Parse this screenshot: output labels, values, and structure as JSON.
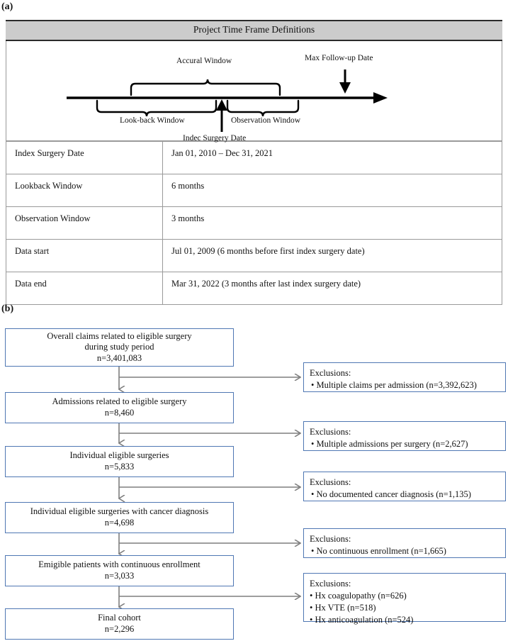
{
  "panels": {
    "a_label": "(a)",
    "b_label": "(b)"
  },
  "timeframe": {
    "title": "Project Time Frame Definitions",
    "diagram": {
      "accrual_label": "Accural Window",
      "lookback_label": "Look-back Window",
      "observation_label": "Observation Window",
      "index_label": "Indec Surgery Date",
      "max_followup_label": "Max Follow-up Date"
    },
    "rows": [
      {
        "label": "Index Surgery Date",
        "value": "Jan 01, 2010 – Dec 31, 2021"
      },
      {
        "label": "Lookback Window",
        "value": "6 months"
      },
      {
        "label": "Observation Window",
        "value": "3 months"
      },
      {
        "label": "Data start",
        "value": "Jul 01, 2009 (6 months before first index surgery date)"
      },
      {
        "label": "Data end",
        "value": "Mar 31, 2022 (3 months after last index surgery date)"
      }
    ]
  },
  "flowchart": {
    "boxes": [
      {
        "line1": "Overall claims related to eligible surgery",
        "line2": "during study period",
        "line3": "n=3,401,083"
      },
      {
        "line1": "Admissions related to eligible surgery",
        "line2": "n=8,460",
        "line3": ""
      },
      {
        "line1": "Individual eligible surgeries",
        "line2": "n=5,833",
        "line3": ""
      },
      {
        "line1": "Individual eligible surgeries with cancer diagnosis",
        "line2": "n=4,698",
        "line3": ""
      },
      {
        "line1": "Emigible patients with continuous enrollment",
        "line2": "n=3,033",
        "line3": ""
      },
      {
        "line1": "Final cohort",
        "line2": "n=2,296",
        "line3": ""
      }
    ],
    "exclusions": [
      {
        "title": "Exclusions:",
        "items": [
          "• Multiple claims per admission (n=3,392,623)"
        ]
      },
      {
        "title": "Exclusions:",
        "items": [
          "• Multiple admissions per surgery (n=2,627)"
        ]
      },
      {
        "title": "Exclusions:",
        "items": [
          "• No documented cancer diagnosis (n=1,135)"
        ]
      },
      {
        "title": "Exclusions:",
        "items": [
          "• No continuous enrollment (n=1,665)"
        ]
      },
      {
        "title": "Exclusions:",
        "items": [
          "•  Hx coagulopathy (n=626)",
          "•  Hx VTE (n=518)",
          "•  Hx anticoagulation (n=524)"
        ]
      }
    ]
  },
  "colors": {
    "box_border": "#4f77b3",
    "connector": "#7f7f7f",
    "header_bg": "#cccccc",
    "table_rule": "#9a9a9a"
  }
}
